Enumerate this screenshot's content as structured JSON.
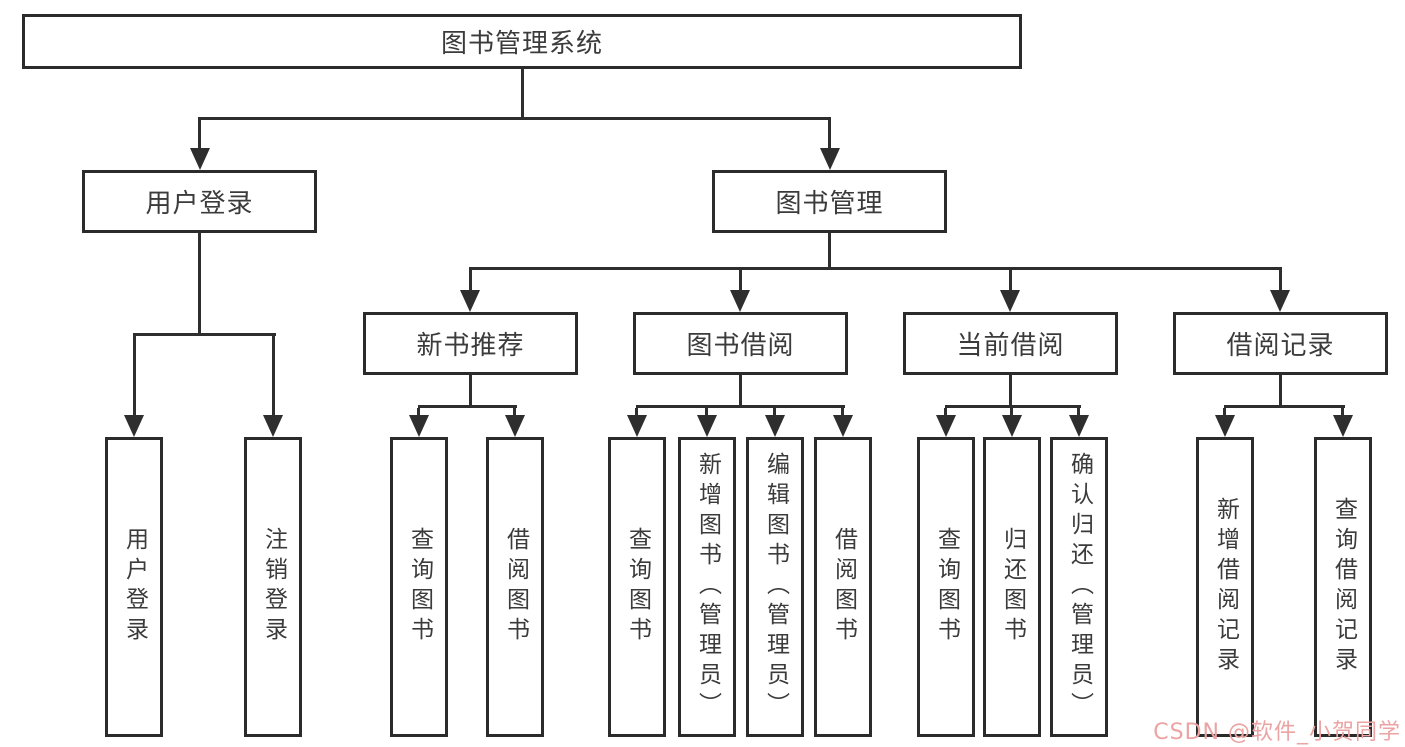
{
  "diagram": {
    "type": "hierarchy-tree",
    "root": {
      "label": "图书管理系统"
    },
    "level2": [
      {
        "label": "用户登录"
      },
      {
        "label": "图书管理"
      }
    ],
    "level3": [
      {
        "label": "新书推荐",
        "parent": "图书管理"
      },
      {
        "label": "图书借阅",
        "parent": "图书管理"
      },
      {
        "label": "当前借阅",
        "parent": "图书管理"
      },
      {
        "label": "借阅记录",
        "parent": "图书管理"
      }
    ],
    "leaves": [
      {
        "label": "用户登录",
        "parent": "用户登录"
      },
      {
        "label": "注销登录",
        "parent": "用户登录"
      },
      {
        "label": "查询图书",
        "parent": "新书推荐"
      },
      {
        "label": "借阅图书",
        "parent": "新书推荐"
      },
      {
        "label": "查询图书",
        "parent": "图书借阅"
      },
      {
        "label": "新增图书（管理员）",
        "parent": "图书借阅"
      },
      {
        "label": "编辑图书（管理员）",
        "parent": "图书借阅"
      },
      {
        "label": "借阅图书",
        "parent": "图书借阅"
      },
      {
        "label": "查询图书",
        "parent": "当前借阅"
      },
      {
        "label": "归还图书",
        "parent": "当前借阅"
      },
      {
        "label": "确认归还（管理员）",
        "parent": "当前借阅"
      },
      {
        "label": "新增借阅记录",
        "parent": "借阅记录"
      },
      {
        "label": "查询借阅记录",
        "parent": "借阅记录"
      }
    ],
    "watermark": {
      "text": "CSDN @软件_小贺同学",
      "color": "#eba3a3"
    },
    "colors": {
      "line": "#2e2e2e",
      "border": "#2b2b2b",
      "text": "#3b3b3b",
      "background": "#ffffff"
    }
  }
}
